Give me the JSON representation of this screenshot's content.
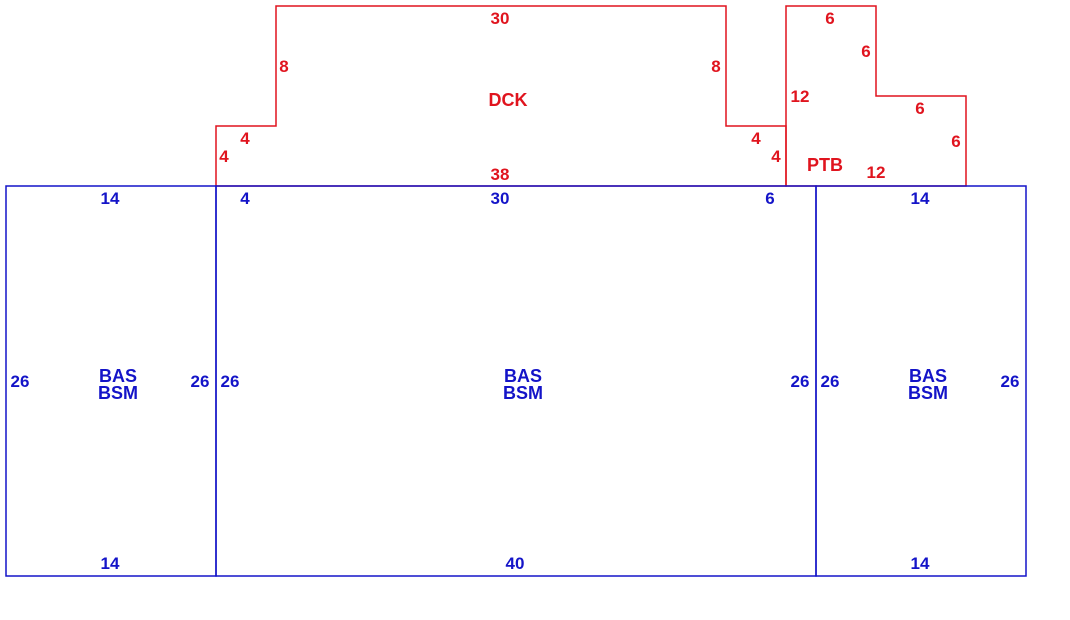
{
  "colors": {
    "deck": "#e0141e",
    "basement": "#1414c8"
  },
  "deck": {
    "label": "DCK",
    "dims": {
      "top": "30",
      "left_upper": "8",
      "right_upper": "8",
      "left_step_horizontal": "4",
      "left_step_vertical": "4",
      "right_step_horizontal": "4",
      "right_step_vertical": "4",
      "bottom": "38"
    }
  },
  "patio": {
    "label": "PTB",
    "dims": {
      "top": "6",
      "upper_right": "6",
      "left": "12",
      "middle_top": "6",
      "right": "6",
      "bottom": "12"
    }
  },
  "basement_left": {
    "label_line1": "BAS",
    "label_line2": "BSM",
    "dims": {
      "top": "14",
      "bottom": "14",
      "left": "26",
      "right": "26"
    }
  },
  "basement_center": {
    "label_line1": "BAS",
    "label_line2": "BSM",
    "dims": {
      "top_left": "4",
      "top_middle": "30",
      "top_right": "6",
      "bottom": "40",
      "left": "26",
      "right": "26"
    }
  },
  "basement_right": {
    "label_line1": "BAS",
    "label_line2": "BSM",
    "dims": {
      "top": "14",
      "bottom": "14",
      "left": "26",
      "right": "26"
    }
  }
}
